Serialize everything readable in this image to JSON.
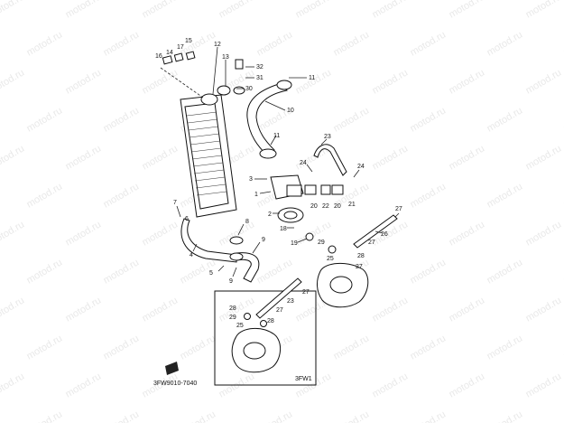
{
  "watermark": "motod.ru",
  "catalog_code": "3FW9010-7040",
  "inset_label": "3FW1",
  "callouts": [
    "1",
    "2",
    "3",
    "4",
    "5",
    "6",
    "7",
    "8",
    "9",
    "9",
    "10",
    "11",
    "11",
    "12",
    "13",
    "14",
    "15",
    "16",
    "17",
    "18",
    "19",
    "20",
    "20",
    "21",
    "22",
    "23",
    "23",
    "24",
    "24",
    "25",
    "25",
    "26",
    "27",
    "27",
    "27",
    "27",
    "27",
    "28",
    "28",
    "29",
    "29",
    "30",
    "31",
    "32"
  ],
  "colors": {
    "line": "#111111",
    "watermark": "#e9e9e9",
    "background": "#ffffff"
  }
}
